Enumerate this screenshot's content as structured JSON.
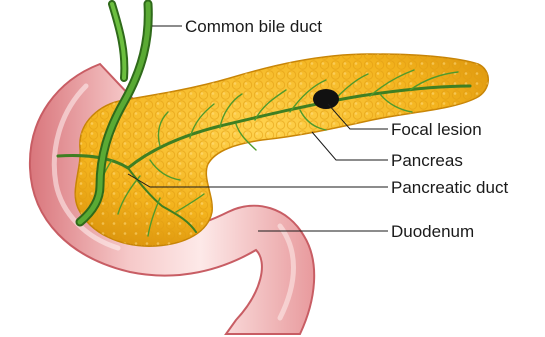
{
  "labels": {
    "common_bile_duct": "Common bile duct",
    "focal_lesion": "Focal lesion",
    "pancreas": "Pancreas",
    "pancreatic_duct": "Pancreatic duct",
    "duodenum": "Duodenum"
  },
  "colors": {
    "pancreas": "#f2b21c",
    "pancreas_shadow": "#d68f0a",
    "pancreas_highlight": "#ffd45a",
    "duodenum": "#e58f93",
    "duodenum_light": "#fbe3e2",
    "duct": "#4a8f2a",
    "duct_light": "#7cc24a",
    "lesion": "#111111"
  }
}
